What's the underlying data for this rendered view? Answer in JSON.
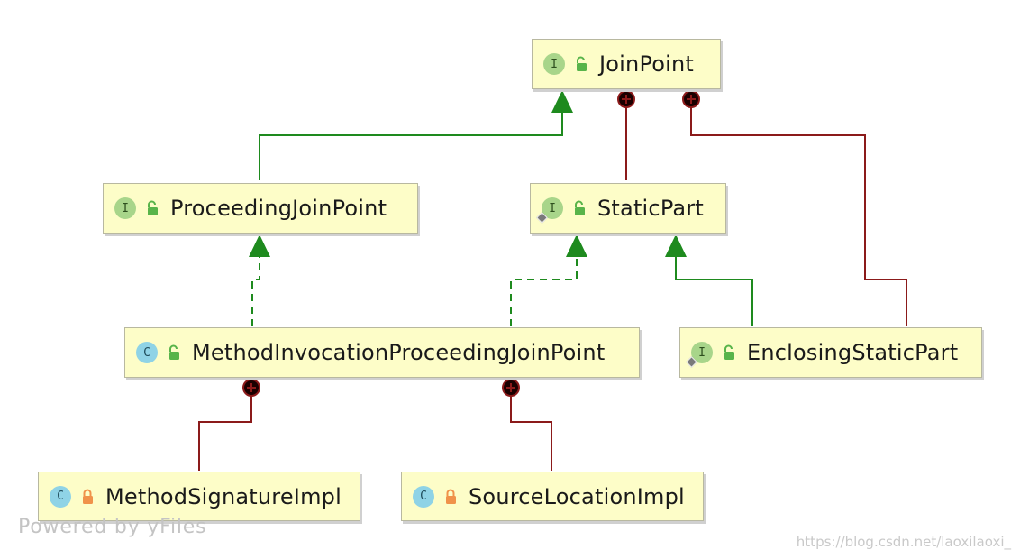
{
  "nodes": {
    "joinpoint": {
      "kind": "I",
      "label": "JoinPoint"
    },
    "proceeding": {
      "kind": "I",
      "label": "ProceedingJoinPoint"
    },
    "staticpart": {
      "kind": "I",
      "label": "StaticPart"
    },
    "mipjp": {
      "kind": "C",
      "label": "MethodInvocationProceedingJoinPoint"
    },
    "enclosing": {
      "kind": "I",
      "label": "EnclosingStaticPart"
    },
    "methodsig": {
      "kind": "C",
      "label": "MethodSignatureImpl"
    },
    "sourceloc": {
      "kind": "C",
      "label": "SourceLocationImpl"
    }
  },
  "footer": "Powered by yFiles",
  "watermark": "https://blog.csdn.net/laoxilaoxi_",
  "colors": {
    "extends": "#1e8a1e",
    "nested": "#8b1a1a",
    "node_fill": "#fdfdc8",
    "interface_badge": "#a8d58a",
    "class_badge": "#8fd3e6"
  }
}
